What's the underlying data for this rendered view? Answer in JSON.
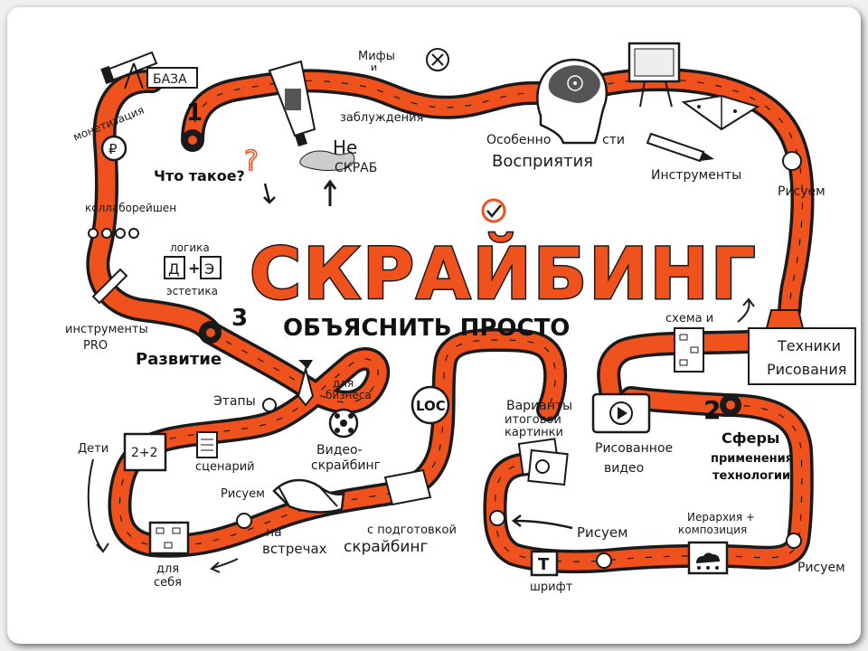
{
  "title": "СКРАЙБИНГ",
  "subtitle": "Объяснить просто",
  "colors": {
    "path": "#f0521e",
    "outline": "#1a1a1a",
    "accent": "#f0521e"
  },
  "numbers": {
    "n1": "1",
    "n2": "2",
    "n3": "3"
  },
  "labels": {
    "baza": "БАЗА",
    "mify1": "Мифы",
    "mify2": "и",
    "zablyuzhdeniya": "заблуждения",
    "osobennosti1": "Особенно",
    "osobennosti2": "сти",
    "vospriyatiya": "Восприятия",
    "instrumenty": "Инструменты",
    "risuem_right": "Рисуем",
    "chto_takoe": "Что такое?",
    "ne": "Не",
    "skrab": "СКРАБ",
    "monetizaciya": "монетизация",
    "kollaboreishen": "коллаборейшен",
    "logika": "логика",
    "estetika": "эстетика",
    "instrumenty_pro1": "инструменты",
    "instrumenty_pro2": "PRO",
    "razvitie": "Развитие",
    "etapy": "Этапы",
    "dlya_biznesa1": "для",
    "dlya_biznesa2": "бизнеса",
    "video_skraibing1": "Видео-",
    "video_skraibing2": "скрайбинг",
    "deti": "Дети",
    "dva_plus_dva": "2+2",
    "scenariy": "сценарий",
    "risuem_bottom_left": "Рисуем",
    "na_vstrechah1": "на",
    "na_vstrechah2": "встречах",
    "s_podgotovkoi1": "с подготовкой",
    "s_podgotovkoi2": "скрайбинг",
    "dlya_sebya1": "для",
    "dlya_sebya2": "себя",
    "loc": "LOC",
    "varianty1": "Варианты",
    "varianty2": "итоговой",
    "varianty3": "картинки",
    "risovannoe1": "Рисованное",
    "risovannoe2": "видео",
    "sfery1": "Сферы",
    "sfery2": "применения",
    "sfery3": "технологии",
    "shema_i": "схема и",
    "tehniki1": "Техники",
    "tehniki2": "Рисования",
    "ierarhiya1": "Иерархия +",
    "ierarhiya2": "композиция",
    "risuem_center": "Рисуем",
    "risuem_br": "Рисуем",
    "shrift": "шрифт",
    "t_letter": "T",
    "letter_d": "Д",
    "letter_e": "Э",
    "plus": "+"
  },
  "icons": [
    "telescope-icon",
    "head-icon",
    "screen-icon",
    "book-icon",
    "pencil-icon",
    "tube-icon",
    "cross-circle-icon",
    "ruble-coin-icon",
    "video-camera-icon",
    "film-reel-icon",
    "handshake-icon",
    "play-icon",
    "hierarchy-icon",
    "chart-icon",
    "pictures-icon",
    "cloud-network-icon",
    "check-icon",
    "arrow-icon",
    "question-icon"
  ]
}
